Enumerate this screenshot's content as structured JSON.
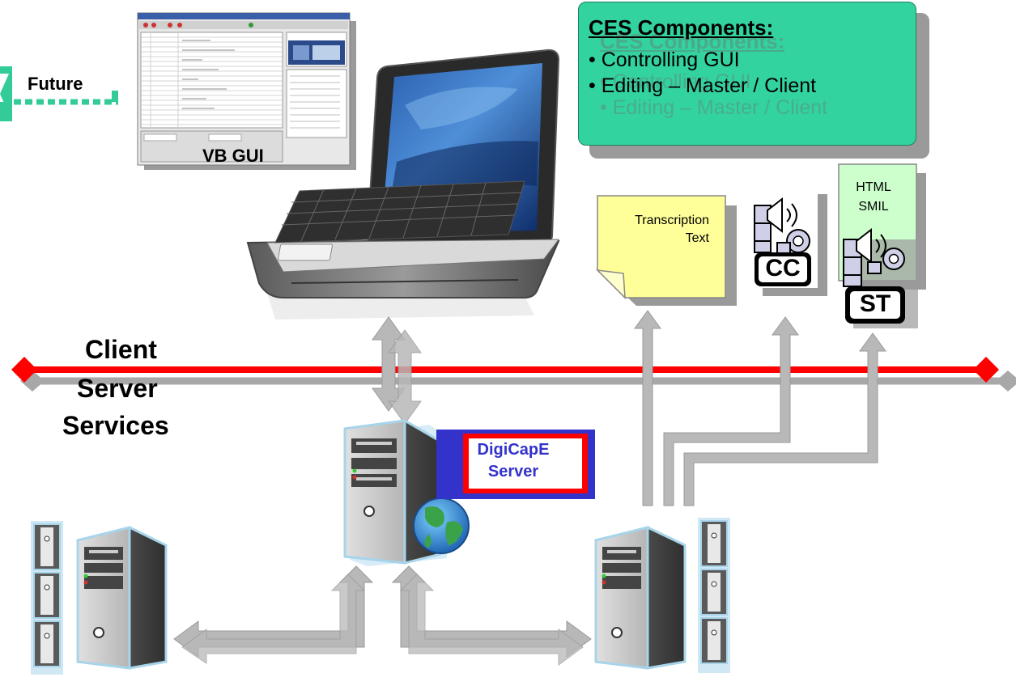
{
  "ces_box": {
    "title": "CES Components:",
    "items": [
      "• Controlling GUI",
      "• Editing – Master / Client"
    ]
  },
  "labels": {
    "future": "Future",
    "vb_gui": "VB GUI",
    "transcription": "Transcription",
    "text": "Text",
    "html": "HTML",
    "smil": "SMIL",
    "cc": "CC",
    "st": "ST",
    "client": "Client",
    "server": "Server",
    "services": "Services",
    "digicape": "DigiCapE",
    "digicape_server": "Server"
  },
  "colors": {
    "ces_fill": "#33d3a0",
    "network_line": "#ff0000",
    "diamond": "#ff0000",
    "arrow": "#b8b8b8",
    "future_arrow": "#33cc99",
    "note_fill": "#ffff99",
    "digicape_text": "#3333cc",
    "digicape_border_outer": "#3333cc",
    "digicape_border_inner": "#ff0000"
  }
}
